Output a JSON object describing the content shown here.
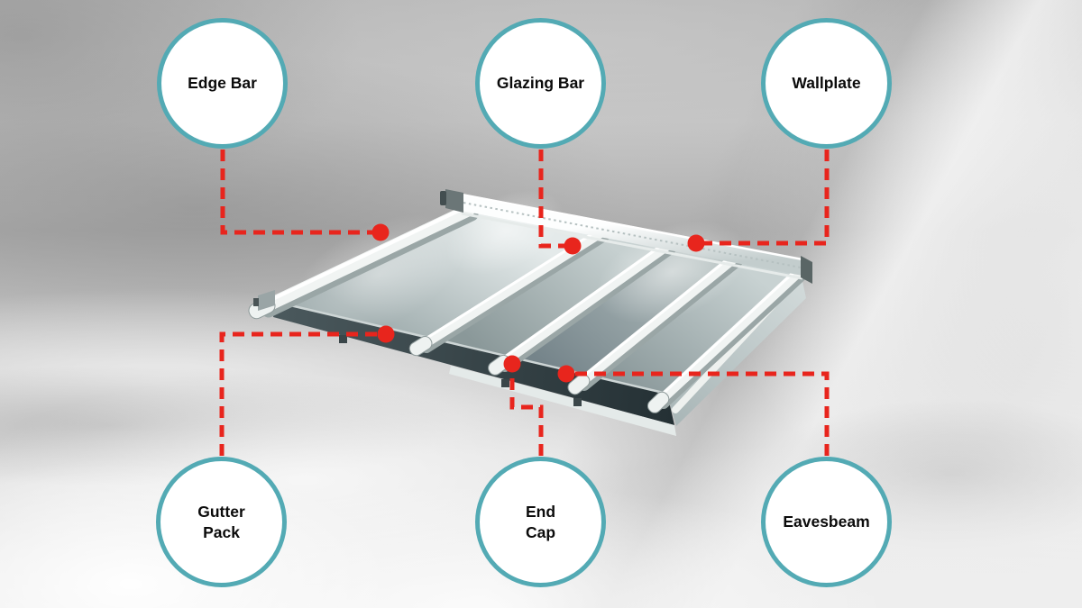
{
  "colors": {
    "accent-teal": "#53aab4",
    "line-red": "#e8251d",
    "label-text": "#0b0b0b",
    "bubble-fill": "#ffffff"
  },
  "diagram": {
    "subject": "roof-glazing-kit",
    "labels": [
      {
        "id": "edge-bar",
        "line1": "Edge Bar",
        "line2": ""
      },
      {
        "id": "glazing-bar",
        "line1": "Glazing Bar",
        "line2": ""
      },
      {
        "id": "wallplate",
        "line1": "Wallplate",
        "line2": ""
      },
      {
        "id": "gutter-pack",
        "line1": "Gutter",
        "line2": "Pack"
      },
      {
        "id": "end-cap",
        "line1": "End",
        "line2": "Cap"
      },
      {
        "id": "eavesbeam",
        "line1": "Eavesbeam",
        "line2": ""
      }
    ]
  }
}
